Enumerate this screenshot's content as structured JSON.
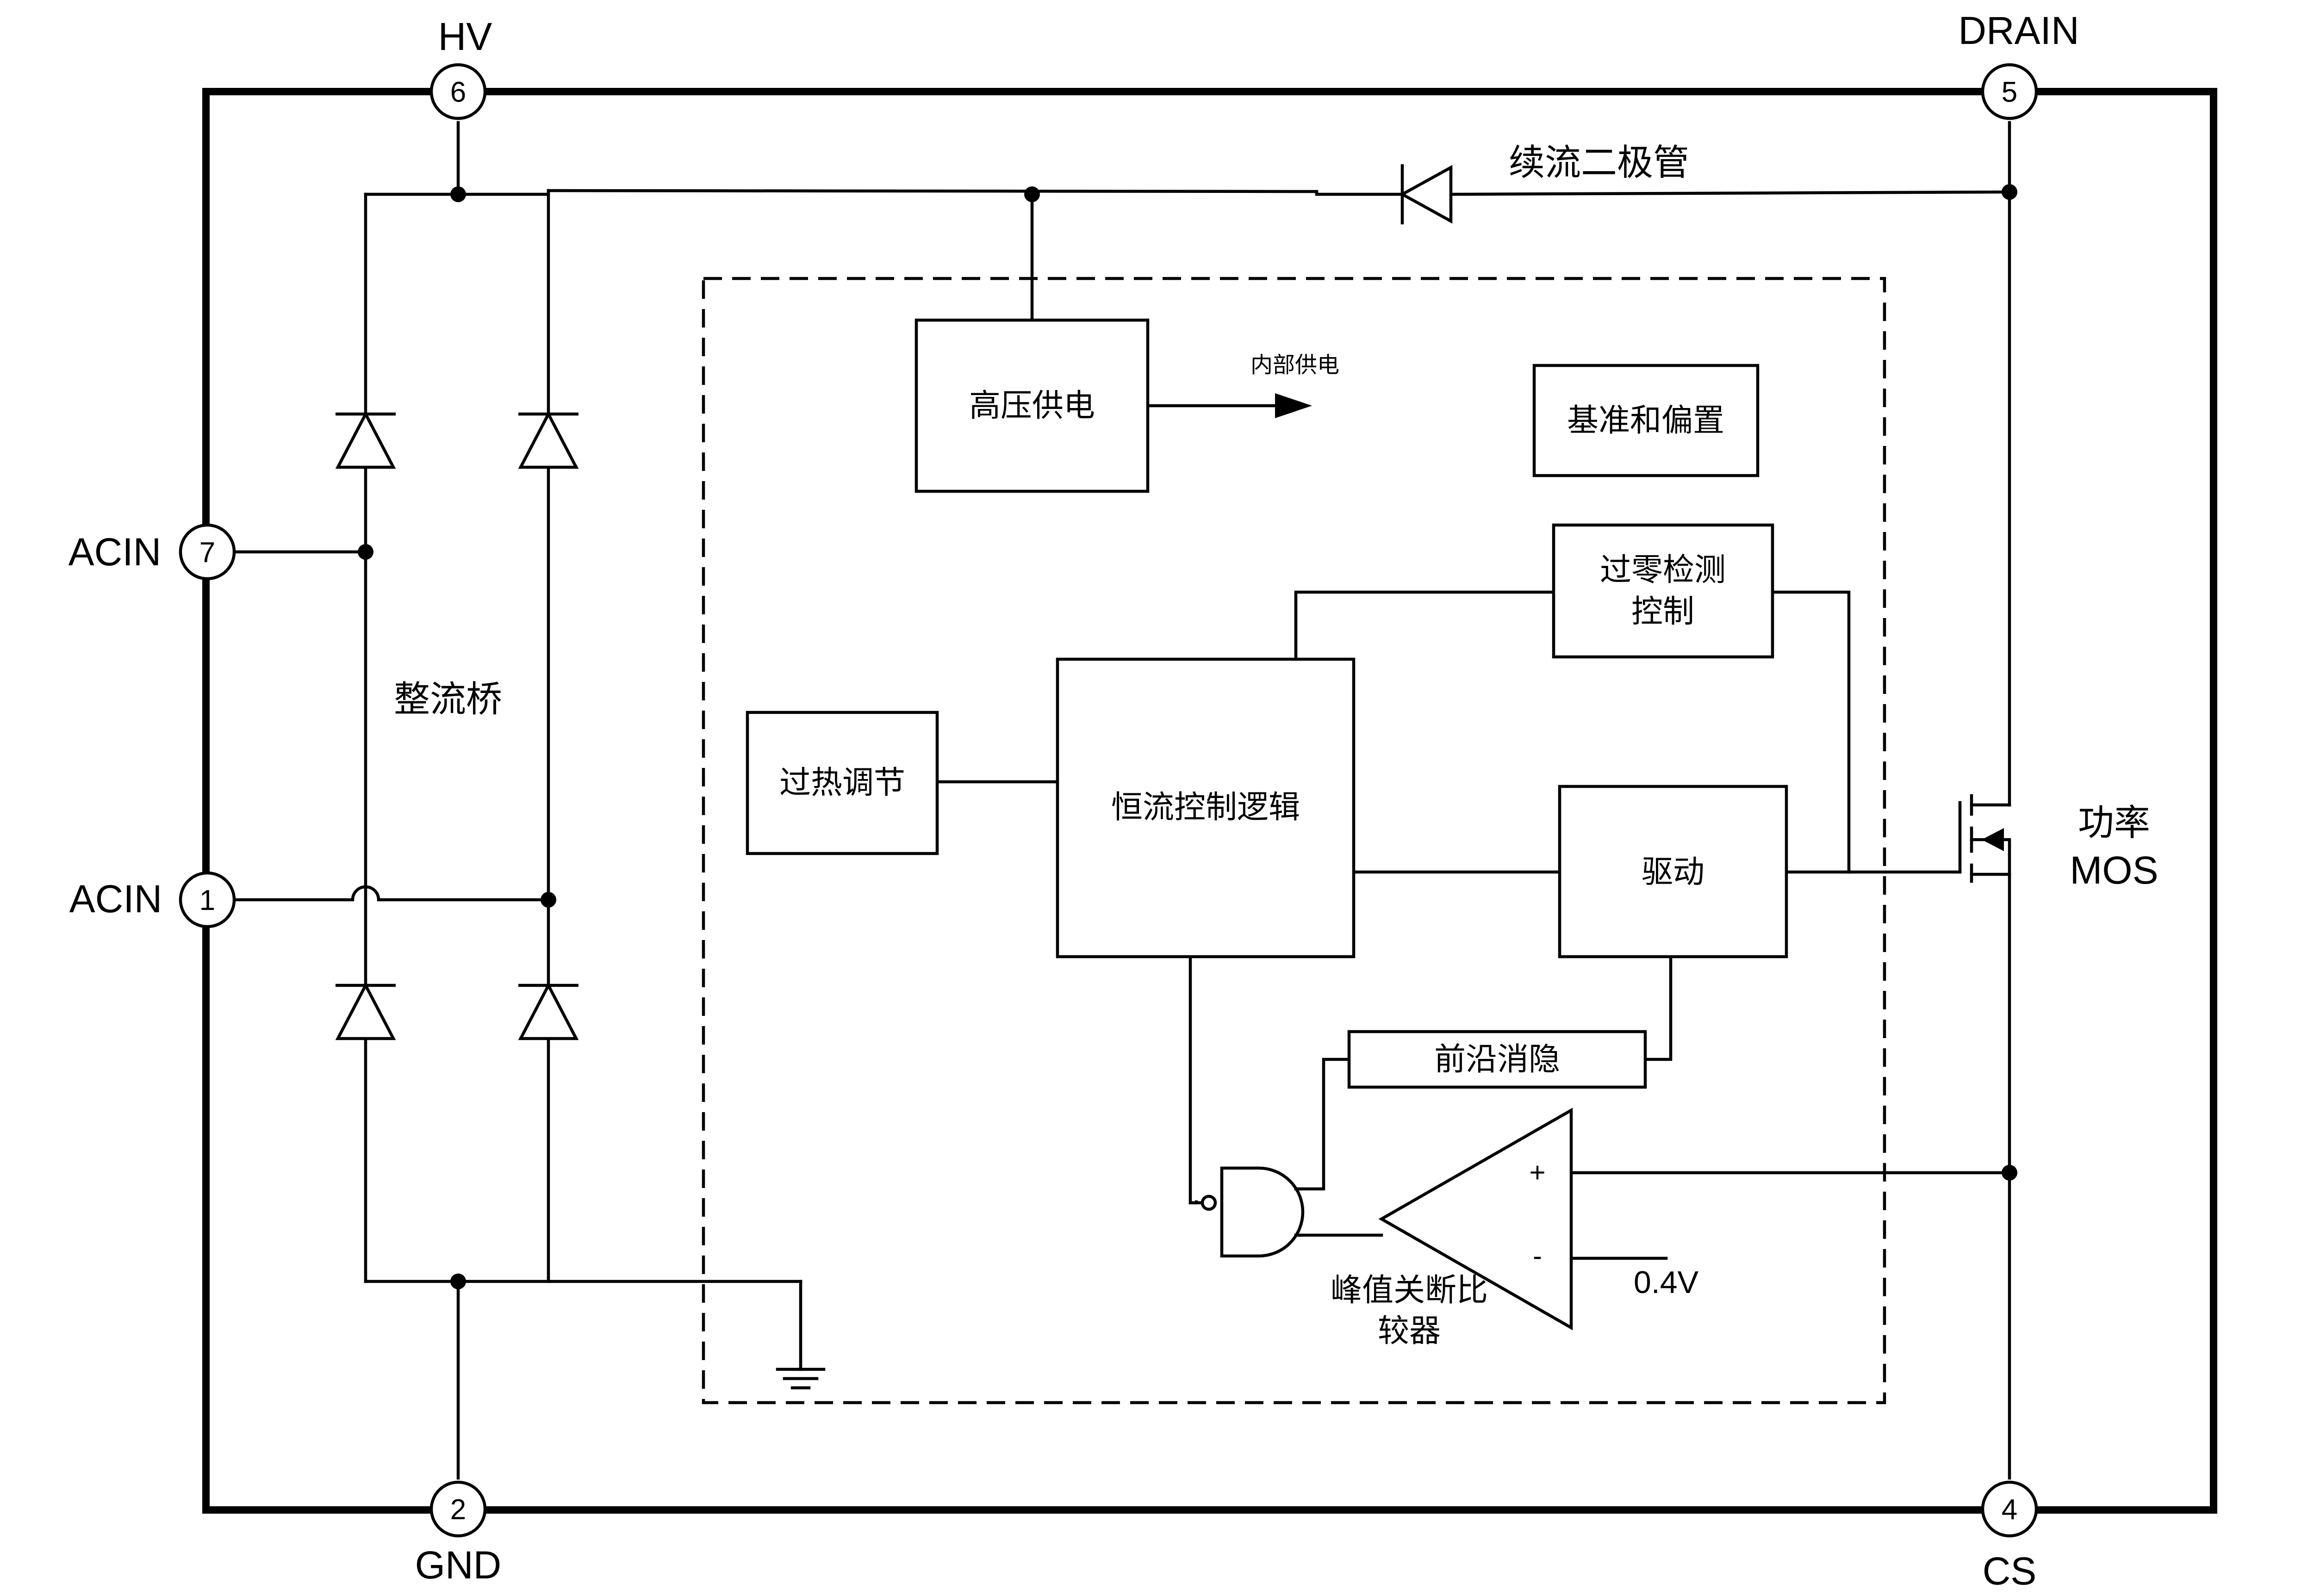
{
  "pins": {
    "hv": {
      "label": "HV",
      "number": "6"
    },
    "drain": {
      "label": "DRAIN",
      "number": "5"
    },
    "acin_top": {
      "label": "ACIN",
      "number": "7"
    },
    "acin_bottom": {
      "label": "ACIN",
      "number": "1"
    },
    "gnd": {
      "label": "GND",
      "number": "2"
    },
    "cs": {
      "label": "CS",
      "number": "4"
    }
  },
  "labels": {
    "freewheel_diode": "续流二极管",
    "rectifier_bridge": "整流桥",
    "internal_supply": "内部供电",
    "power_mos_line1": "功率",
    "power_mos_line2": "MOS",
    "comparator_line1": "峰值关断比",
    "comparator_line2": "较器",
    "threshold": "0.4V",
    "plus": "+",
    "minus": "-"
  },
  "blocks": {
    "hv_supply": "高压供电",
    "reference_bias": "基准和偏置",
    "zero_cross_line1": "过零检测",
    "zero_cross_line2": "控制",
    "thermal_regulation": "过热调节",
    "cc_logic": "恒流控制逻辑",
    "driver": "驱动",
    "leading_edge_blanking": "前沿消隐"
  }
}
